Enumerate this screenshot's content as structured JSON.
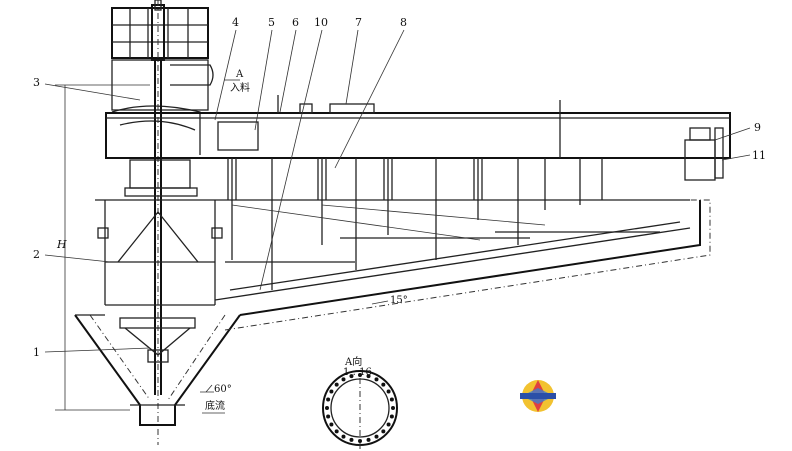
{
  "drawing": {
    "labels": {
      "l1": "1",
      "l2": "2",
      "l3": "3",
      "l4": "4",
      "l5": "5",
      "l6": "6",
      "l10": "10",
      "l7": "7",
      "l8": "8",
      "l9": "9",
      "l11": "11"
    },
    "feed_view_letter": "A",
    "feed_label": "入料",
    "height_dim": "H",
    "slope_angle": "15°",
    "cone_angle": "60°",
    "underflow_label": "底流",
    "view_title": "A向",
    "view_scale": "1 : 16"
  }
}
